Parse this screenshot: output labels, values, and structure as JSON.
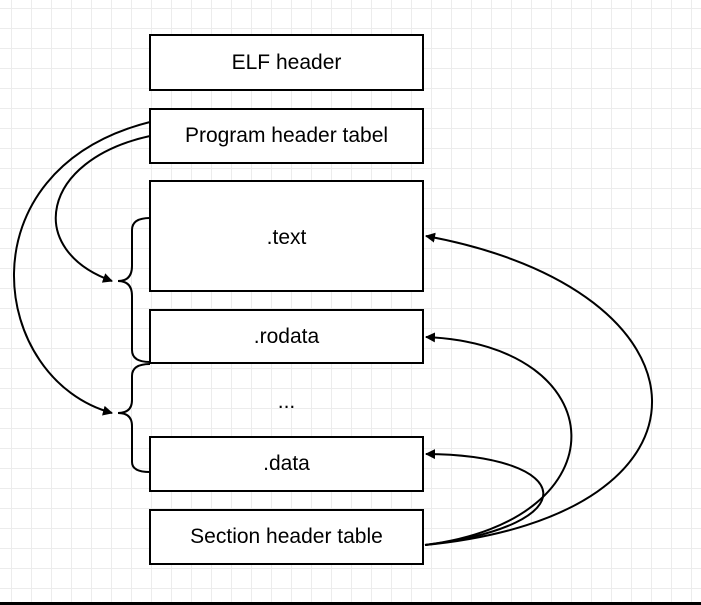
{
  "diagram": {
    "blocks": [
      {
        "id": "elf-header",
        "label": "ELF header"
      },
      {
        "id": "program-header-table",
        "label": "Program header tabel"
      },
      {
        "id": "text",
        "label": ".text"
      },
      {
        "id": "rodata",
        "label": ".rodata"
      },
      {
        "id": "ellipsis",
        "label": "..."
      },
      {
        "id": "data",
        "label": ".data"
      },
      {
        "id": "section-header-table",
        "label": "Section header table"
      }
    ],
    "links": [
      {
        "from": "program-header-table",
        "to": "text-rodata-segment"
      },
      {
        "from": "program-header-table",
        "to": "ellipsis-data-segment"
      },
      {
        "from": "section-header-table",
        "to": "text"
      },
      {
        "from": "section-header-table",
        "to": "rodata"
      },
      {
        "from": "section-header-table",
        "to": "data"
      }
    ]
  }
}
